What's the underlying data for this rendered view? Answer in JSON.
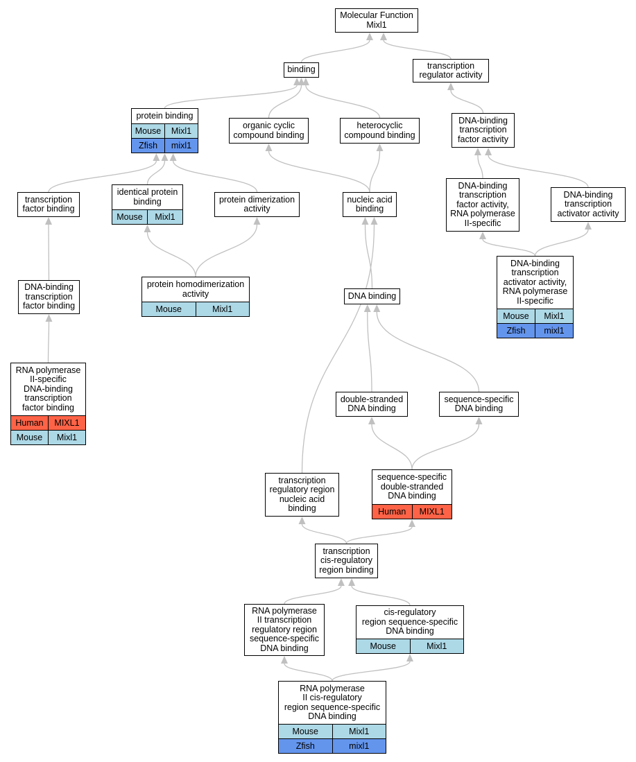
{
  "title": "Molecular Function\nMixl1",
  "colors": {
    "mouse": "#add8e6",
    "zfish": "#6495ed",
    "human": "#ff6347",
    "edge": "#c0c0c0"
  },
  "nodes": {
    "root": {
      "label": "Molecular Function\nMixl1",
      "rows": []
    },
    "binding": {
      "label": "binding",
      "rows": []
    },
    "tra": {
      "label": "transcription\nregulator activity",
      "rows": []
    },
    "pb": {
      "label": "protein binding",
      "rows": [
        {
          "species": "Mouse",
          "gene": "Mixl1"
        },
        {
          "species": "Zfish",
          "gene": "mixl1"
        }
      ]
    },
    "occb": {
      "label": "organic cyclic\ncompound binding",
      "rows": []
    },
    "hcb": {
      "label": "heterocyclic\ncompound binding",
      "rows": []
    },
    "dbtfa": {
      "label": "DNA-binding\ntranscription\nfactor activity",
      "rows": []
    },
    "tfb": {
      "label": "transcription\nfactor binding",
      "rows": []
    },
    "ipb": {
      "label": "identical protein\nbinding",
      "rows": [
        {
          "species": "Mouse",
          "gene": "Mixl1"
        }
      ]
    },
    "pda": {
      "label": "protein dimerization\nactivity",
      "rows": []
    },
    "nab": {
      "label": "nucleic acid\nbinding",
      "rows": []
    },
    "dbtfa2": {
      "label": "DNA-binding\ntranscription\nfactor activity,\nRNA polymerase\nII-specific",
      "rows": []
    },
    "dbtaa": {
      "label": "DNA-binding\ntranscription\nactivator activity",
      "rows": []
    },
    "dbtfb": {
      "label": "DNA-binding\ntranscription\nfactor binding",
      "rows": []
    },
    "phda": {
      "label": "protein homodimerization\nactivity",
      "rows": [
        {
          "species": "Mouse",
          "gene": "Mixl1"
        }
      ]
    },
    "dnab": {
      "label": "DNA binding",
      "rows": []
    },
    "dbtaa2": {
      "label": "DNA-binding\ntranscription\nactivator activity,\nRNA polymerase\nII-specific",
      "rows": [
        {
          "species": "Mouse",
          "gene": "Mixl1"
        },
        {
          "species": "Zfish",
          "gene": "mixl1"
        }
      ]
    },
    "rnap": {
      "label": "RNA polymerase\nII-specific\nDNA-binding\ntranscription\nfactor binding",
      "rows": [
        {
          "species": "Human",
          "gene": "MIXL1"
        },
        {
          "species": "Mouse",
          "gene": "Mixl1"
        }
      ]
    },
    "dsdb": {
      "label": "double-stranded\nDNA binding",
      "rows": []
    },
    "ssdb": {
      "label": "sequence-specific\nDNA binding",
      "rows": []
    },
    "trrnab": {
      "label": "transcription\nregulatory region\nnucleic acid\nbinding",
      "rows": []
    },
    "ssdsdb": {
      "label": "sequence-specific\ndouble-stranded\nDNA binding",
      "rows": [
        {
          "species": "Human",
          "gene": "MIXL1"
        }
      ]
    },
    "tcrrb": {
      "label": "transcription\ncis-regulatory\nregion binding",
      "rows": []
    },
    "rnaptr": {
      "label": "RNA polymerase\nII transcription\nregulatory region\nsequence-specific\nDNA binding",
      "rows": []
    },
    "crrssdb": {
      "label": "cis-regulatory\nregion sequence-specific\nDNA binding",
      "rows": [
        {
          "species": "Mouse",
          "gene": "Mixl1"
        }
      ]
    },
    "rnapcr": {
      "label": "RNA polymerase\nII cis-regulatory\nregion sequence-specific\nDNA binding",
      "rows": [
        {
          "species": "Mouse",
          "gene": "Mixl1"
        },
        {
          "species": "Zfish",
          "gene": "mixl1"
        }
      ]
    }
  },
  "edges": [
    [
      "binding",
      "root"
    ],
    [
      "tra",
      "root"
    ],
    [
      "pb",
      "binding"
    ],
    [
      "occb",
      "binding"
    ],
    [
      "hcb",
      "binding"
    ],
    [
      "dbtfa",
      "tra"
    ],
    [
      "tfb",
      "pb"
    ],
    [
      "ipb",
      "pb"
    ],
    [
      "pda",
      "pb"
    ],
    [
      "nab",
      "occb"
    ],
    [
      "nab",
      "hcb"
    ],
    [
      "dbtfa2",
      "dbtfa"
    ],
    [
      "dbtaa",
      "dbtfa"
    ],
    [
      "dbtfb",
      "tfb"
    ],
    [
      "phda",
      "ipb"
    ],
    [
      "phda",
      "pda"
    ],
    [
      "dnab",
      "nab"
    ],
    [
      "trrnab",
      "nab"
    ],
    [
      "dbtaa2",
      "dbtfa2"
    ],
    [
      "dbtaa2",
      "dbtaa"
    ],
    [
      "rnap",
      "dbtfb"
    ],
    [
      "dsdb",
      "dnab"
    ],
    [
      "ssdb",
      "dnab"
    ],
    [
      "ssdsdb",
      "dsdb"
    ],
    [
      "ssdsdb",
      "ssdb"
    ],
    [
      "tcrrb",
      "trrnab"
    ],
    [
      "tcrrb",
      "ssdsdb"
    ],
    [
      "rnaptr",
      "tcrrb"
    ],
    [
      "crrssdb",
      "tcrrb"
    ],
    [
      "rnapcr",
      "rnaptr"
    ],
    [
      "rnapcr",
      "crrssdb"
    ]
  ]
}
